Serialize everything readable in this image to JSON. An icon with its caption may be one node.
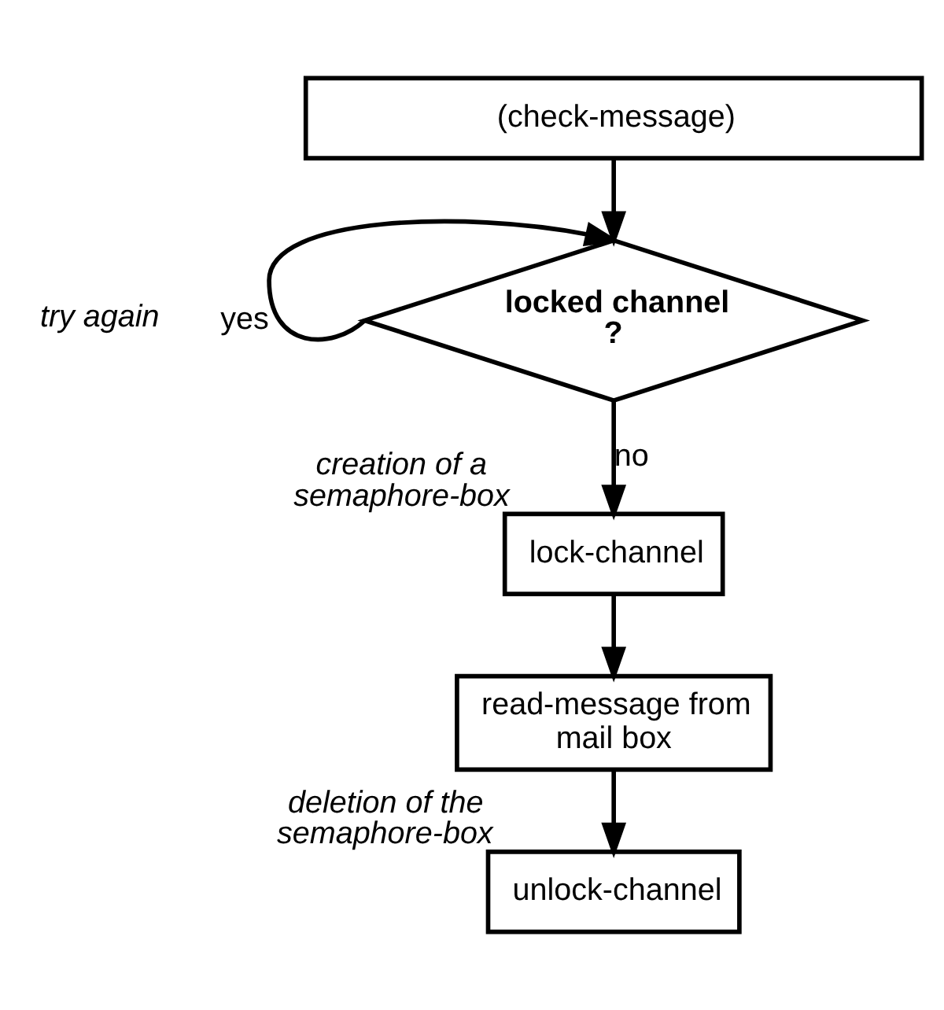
{
  "diagram": {
    "nodes": [
      {
        "text": [
          "(check-message)"
        ]
      },
      {
        "text": [
          "locked channel ?"
        ]
      },
      {
        "text": [
          "lock-channel"
        ],
        "beside": [
          "creation of a semaphore-box"
        ]
      },
      {
        "text": [
          "read-message from mail box"
        ]
      },
      {
        "text": [
          "unlock-channel"
        ],
        "beside": [
          "deletion of the semaphore-box"
        ]
      }
    ],
    "edges": [
      {
        "from": 0,
        "to": 1,
        "arrow": "to"
      },
      {
        "from": 1,
        "to": 1,
        "arrow": "to",
        "label": "yes"
      },
      {
        "from": 1,
        "to": 2,
        "arrow": "to",
        "label": "no"
      },
      {
        "from": 2,
        "to": 3,
        "arrow": "to"
      },
      {
        "from": 3,
        "to": 4,
        "arrow": "to"
      }
    ],
    "labels": [
      "try again"
    ]
  }
}
